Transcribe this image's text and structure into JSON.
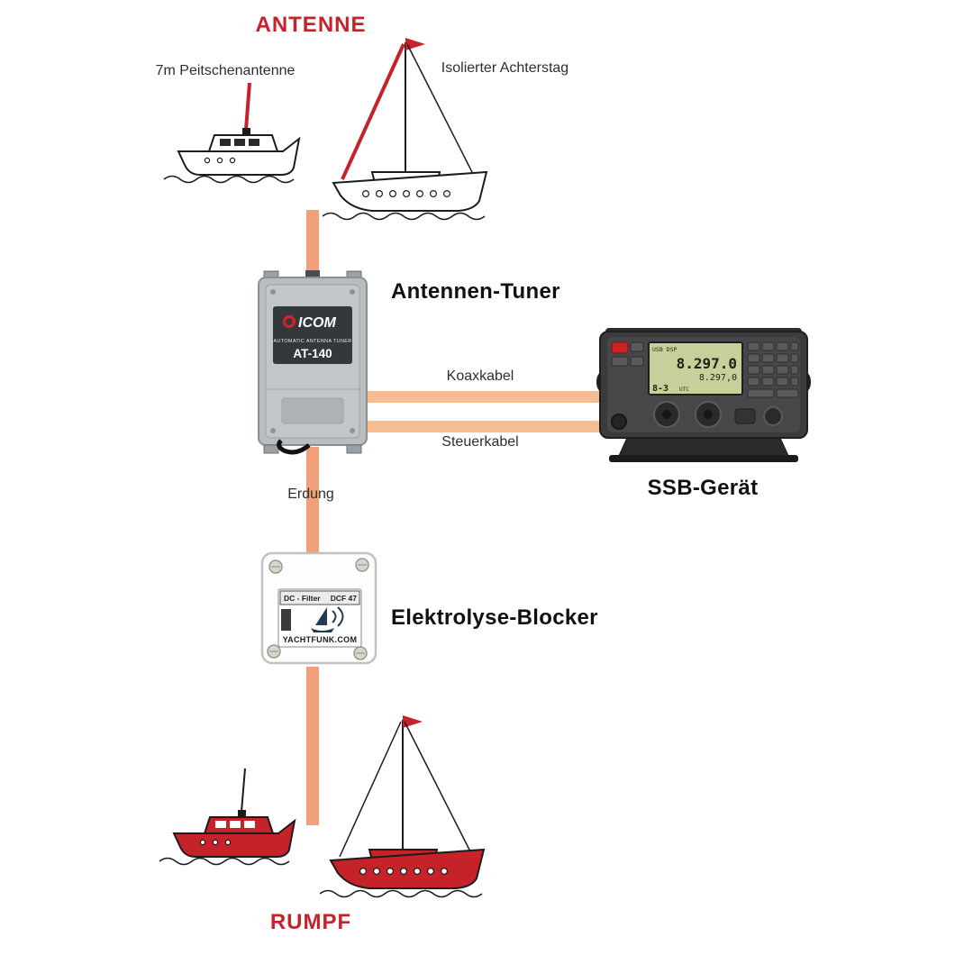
{
  "colors": {
    "accent_red": "#c5222a",
    "cable_vertical": "#f1a07b",
    "cable_horizontal": "#f6bd92",
    "text_dark": "#111111",
    "tuner_body": "#b9bdc0",
    "tuner_plate": "#33383c",
    "ssb_body": "#3b3b3d",
    "ssb_display": "#c9cf9b",
    "blocker_body": "#fdfdfd"
  },
  "labels": {
    "antenne": "ANTENNE",
    "whip": "7m Peitschenantenne",
    "backstay": "Isolierter Achterstag",
    "tuner": "Antennen-Tuner",
    "koax": "Koaxkabel",
    "steuer": "Steuerkabel",
    "ssb": "SSB-Gerät",
    "erdung": "Erdung",
    "blocker": "Elektrolyse-Blocker",
    "rumpf": "RUMPF"
  },
  "tuner_device": {
    "brand": "ICOM",
    "subtitle": "AUTOMATIC ANTENNA TUNER",
    "model": "AT-140"
  },
  "blocker_device": {
    "label_left": "DC - Filter",
    "label_right": "DCF 47",
    "brand": "YACHTFUNK.COM"
  },
  "ssb_device": {
    "display_top": "USB  DSP",
    "freq_main": "8.297.0",
    "freq_sub": "8.297,0",
    "channel": "8-3",
    "channel_suffix": "UTC"
  }
}
